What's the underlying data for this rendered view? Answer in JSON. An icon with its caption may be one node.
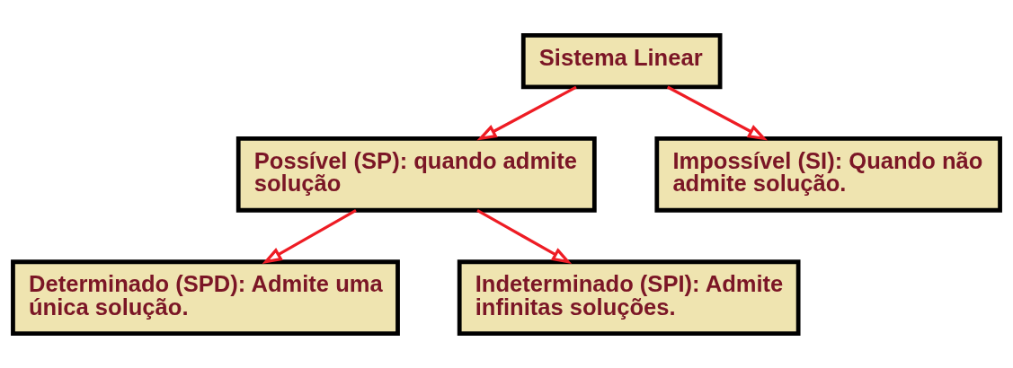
{
  "diagram": {
    "nodes": [
      {
        "text": [
          "Sistema Linear"
        ]
      },
      {
        "text": [
          "Possível (SP): quando admite solução"
        ]
      },
      {
        "text": [
          "Impossível (SI): Quando não admite solução."
        ]
      },
      {
        "text": [
          "Determinado (SPD): Admite uma única solução."
        ]
      },
      {
        "text": [
          "Indeterminado (SPI): Admite infinitas soluções."
        ]
      }
    ],
    "edges": [
      {
        "from": 0,
        "to": 1,
        "arrow": "to"
      },
      {
        "from": 0,
        "to": 2,
        "arrow": "to"
      },
      {
        "from": 1,
        "to": 3,
        "arrow": "to"
      },
      {
        "from": 1,
        "to": 4,
        "arrow": "to"
      }
    ]
  }
}
